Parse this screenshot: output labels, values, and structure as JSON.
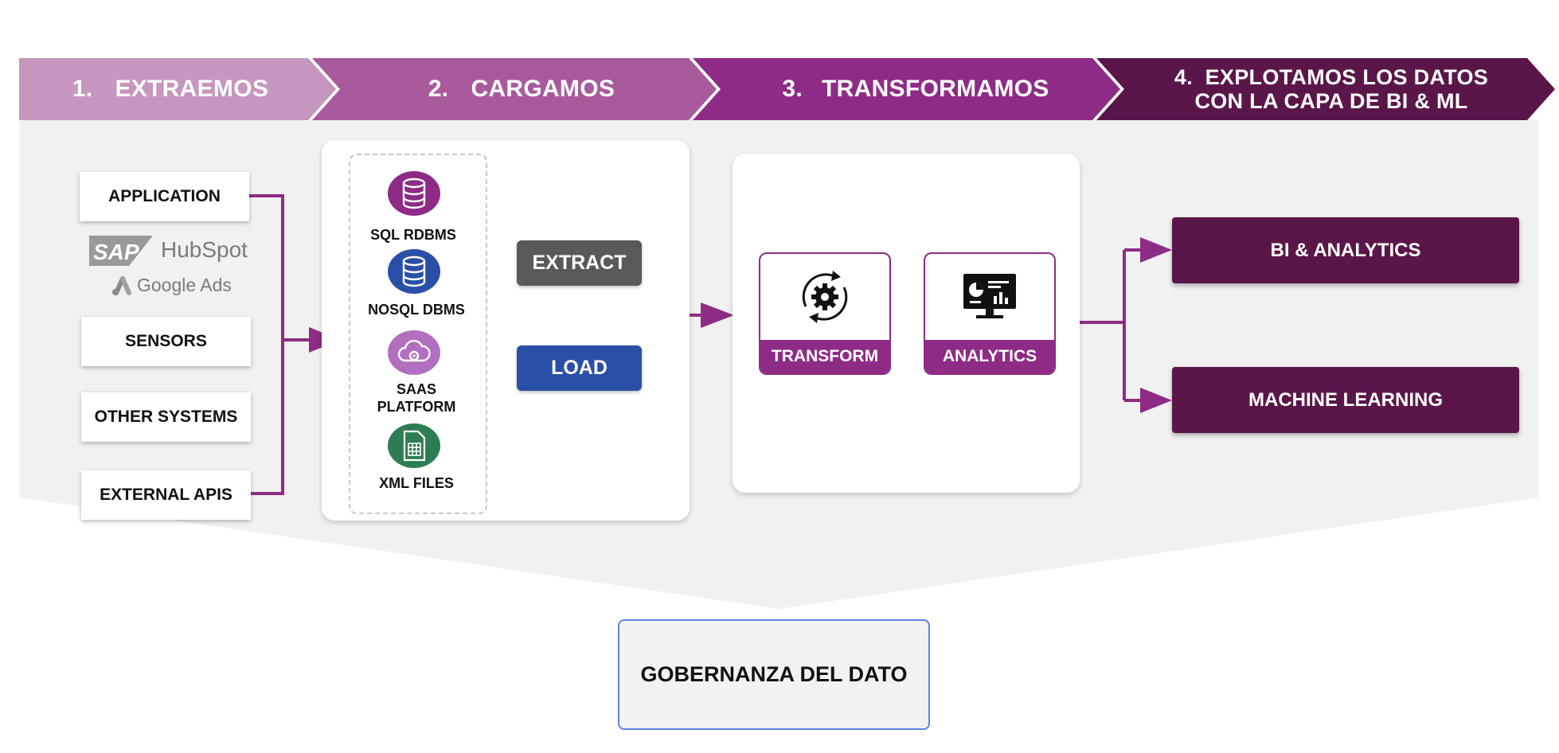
{
  "steps": [
    {
      "num": "1.",
      "label": "EXTRAEMOS"
    },
    {
      "num": "2.",
      "label": "CARGAMOS"
    },
    {
      "num": "3.",
      "label": "TRANSFORMAMOS"
    },
    {
      "num": "4.",
      "line1": "EXPLOTAMOS LOS DATOS",
      "line2": "CON LA CAPA DE BI & ML"
    }
  ],
  "colors": {
    "step1": "#c696bf",
    "step2": "#a85a9d",
    "step3": "#8e2b86",
    "step4": "#5a1649",
    "accent": "#8e2b86",
    "output": "#5a1649",
    "extract": "#595959",
    "load": "#2a4fa6",
    "governance_border": "#5b86e5"
  },
  "sources": {
    "application": "APPLICATION",
    "sensors": "SENSORS",
    "other_systems": "OTHER SYSTEMS",
    "external_apis": "EXTERNAL APIS",
    "logos": {
      "sap": "SAP",
      "hubspot": "HubSpot",
      "google_ads": "Google Ads"
    }
  },
  "storage": {
    "items": [
      {
        "label": "SQL RDBMS",
        "icon": "database-icon"
      },
      {
        "label": "NOSQL DBMS",
        "icon": "database-icon"
      },
      {
        "label_line1": "SAAS",
        "label_line2": "PLATFORM",
        "icon": "cloud-gear-icon"
      },
      {
        "label": "XML FILES",
        "icon": "spreadsheet-file-icon"
      }
    ],
    "extract": "EXTRACT",
    "load": "LOAD"
  },
  "transform": {
    "transform_label": "TRANSFORM",
    "analytics_label": "ANALYTICS"
  },
  "outputs": {
    "bi": "BI & ANALYTICS",
    "ml": "MACHINE LEARNING"
  },
  "governance": "GOBERNANZA DEL DATO"
}
